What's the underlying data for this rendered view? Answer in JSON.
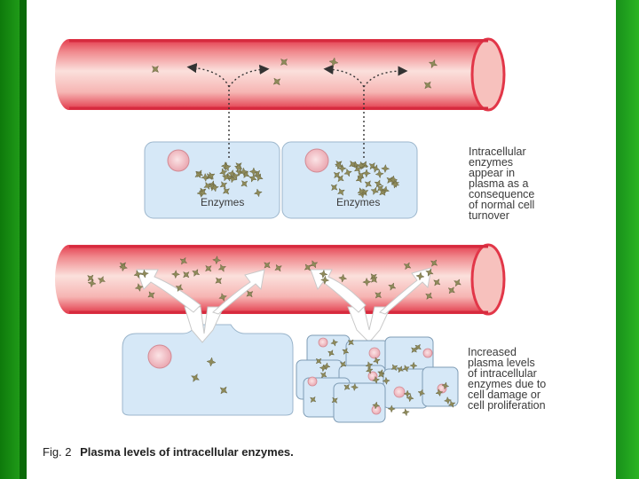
{
  "figure": {
    "enzymes_label": "Enzymes",
    "desc_top": "Intracellular\nenzymes\nappear in\nplasma as a\nconsequence\nof normal cell\nturnover",
    "desc_bottom": "Increased\nplasma levels\nof intracellular\nenzymes due to\ncell damage or\ncell proliferation",
    "caption_label": "Fig. 2",
    "caption_title": "Plasma levels of intracellular enzymes."
  },
  "colors": {
    "slide_bg_green": "#23a31a",
    "vessel_red": "#e84a58",
    "vessel_inner": "#f7c9c6",
    "cell_blue": "#d3e6f6",
    "enzyme_olive": "#8e8a5a"
  }
}
